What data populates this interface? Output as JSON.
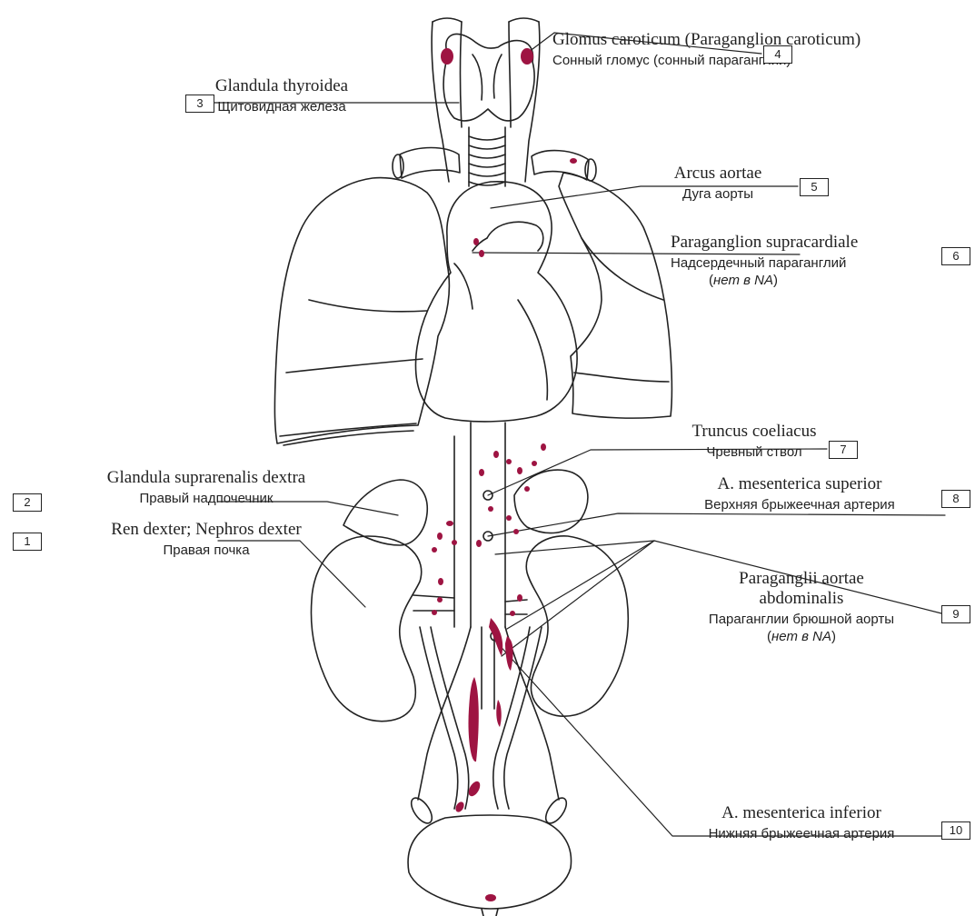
{
  "colors": {
    "ink": "#222222",
    "paraganglia": "#9e1442",
    "background": "#ffffff"
  },
  "labels": [
    {
      "id": "1",
      "number": "1",
      "latin": "Ren dexter; Nephros dexter",
      "russian": "Правая почка"
    },
    {
      "id": "2",
      "number": "2",
      "latin": "Glandula suprarenalis dextra",
      "russian": "Правый надпочечник"
    },
    {
      "id": "3",
      "number": "3",
      "latin": "Glandula thyroidea",
      "russian": "Щитовидная железа"
    },
    {
      "id": "4",
      "number": "4",
      "latin": "Glomus caroticum (Paraganglion caroticum)",
      "russian": "Сонный гломус (сонный параганглий)"
    },
    {
      "id": "5",
      "number": "5",
      "latin": "Arcus aortae",
      "russian": "Дуга аорты"
    },
    {
      "id": "6",
      "number": "6",
      "latin": "Paraganglion supracardiale",
      "russian": "Надсердечный параганглий",
      "note_prefix": "(",
      "note": "нет в NA",
      "note_suffix": ")"
    },
    {
      "id": "7",
      "number": "7",
      "latin": "Truncus coeliacus",
      "russian": "Чревный ствол"
    },
    {
      "id": "8",
      "number": "8",
      "latin": "A. mesenterica superior",
      "russian": "Верхняя брыжеечная артерия"
    },
    {
      "id": "9",
      "number": "9",
      "latin_line1": "Paraganglii aortae",
      "latin_line2": "abdominalis",
      "russian": "Параганглии брюшной аорты",
      "note_prefix": "(",
      "note": "нет в NA",
      "note_suffix": ")"
    },
    {
      "id": "10",
      "number": "10",
      "latin": "A. mesenterica inferior",
      "russian": "Нижняя брыжеечная артерия"
    }
  ]
}
